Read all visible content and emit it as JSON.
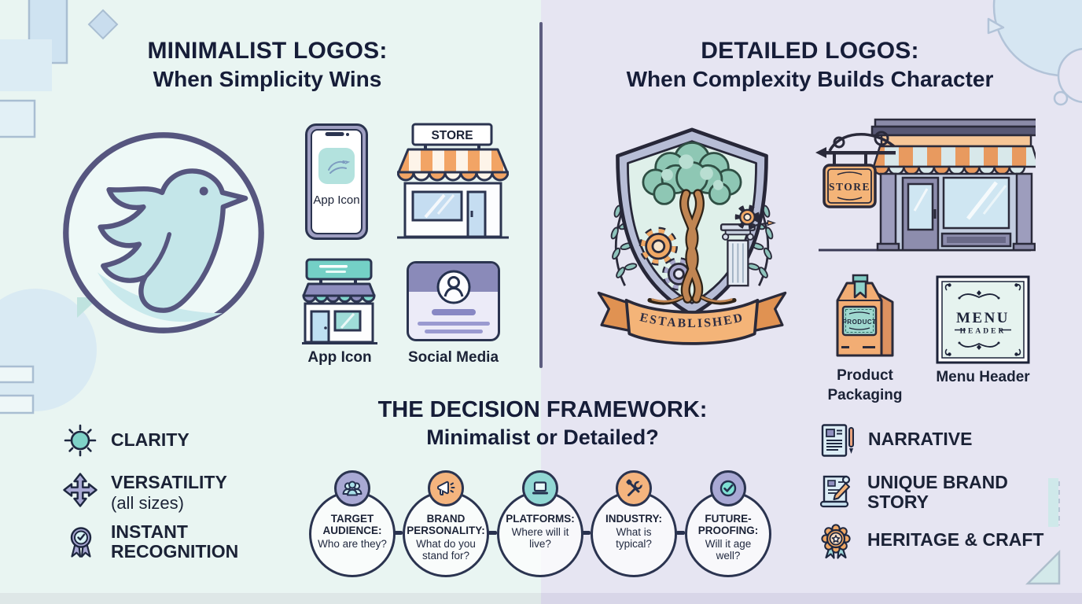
{
  "palette": {
    "navy_text": "#1c2340",
    "accent_orange": "#f0a55f",
    "accent_teal": "#7fd2c8",
    "accent_purple": "#9a9ac8",
    "mint_background": "#e9f5f2",
    "lavender_background": "#e6e5f2"
  },
  "left_panel": {
    "title": "MINIMALIST LOGOS:",
    "subtitle": "When Simplicity Wins",
    "logo": "dove-circle-logo",
    "store_sign": "STORE",
    "phone": {
      "app_label": "App Icon"
    },
    "captions": {
      "app_icon": "App Icon",
      "social_media": "Social Media"
    },
    "benefits": [
      {
        "icon": "sun-icon",
        "label": "CLARITY",
        "sub": ""
      },
      {
        "icon": "four-way-arrows-icon",
        "label": "VERSATILITY",
        "sub": "(all sizes)"
      },
      {
        "icon": "award-ribbon-icon",
        "label": "INSTANT RECOGNITION",
        "sub": ""
      }
    ]
  },
  "right_panel": {
    "title": "DETAILED LOGOS:",
    "subtitle": "When Complexity Builds Character",
    "emblem": {
      "banner": "ESTABLISHED"
    },
    "store_sign": "STORE",
    "bag_label": "PRODUCT",
    "menu": {
      "title": "MENU",
      "subtitle": "HEADER"
    },
    "captions": {
      "packaging_line1": "Product",
      "packaging_line2": "Packaging",
      "menu": "Menu Header"
    },
    "benefits": [
      {
        "icon": "document-pen-icon",
        "label": "NARRATIVE",
        "sub": ""
      },
      {
        "icon": "scroll-pencil-icon",
        "label": "UNIQUE BRAND STORY",
        "sub": ""
      },
      {
        "icon": "rosette-star-icon",
        "label": "HERITAGE & CRAFT",
        "sub": ""
      }
    ]
  },
  "framework": {
    "title": "THE DECISION FRAMEWORK:",
    "subtitle": "Minimalist or Detailed?",
    "steps": [
      {
        "icon": "people-icon",
        "title": "TARGET AUDIENCE:",
        "question": "Who are they?"
      },
      {
        "icon": "megaphone-icon",
        "title": "BRAND PERSONALITY:",
        "question": "What do you stand for?"
      },
      {
        "icon": "laptop-icon",
        "title": "PLATFORMS:",
        "question": "Where will it live?"
      },
      {
        "icon": "tools-icon",
        "title": "INDUSTRY:",
        "question": "What is typical?"
      },
      {
        "icon": "check-icon",
        "title": "FUTURE-PROOFING:",
        "question": "Will it age well?"
      }
    ]
  }
}
